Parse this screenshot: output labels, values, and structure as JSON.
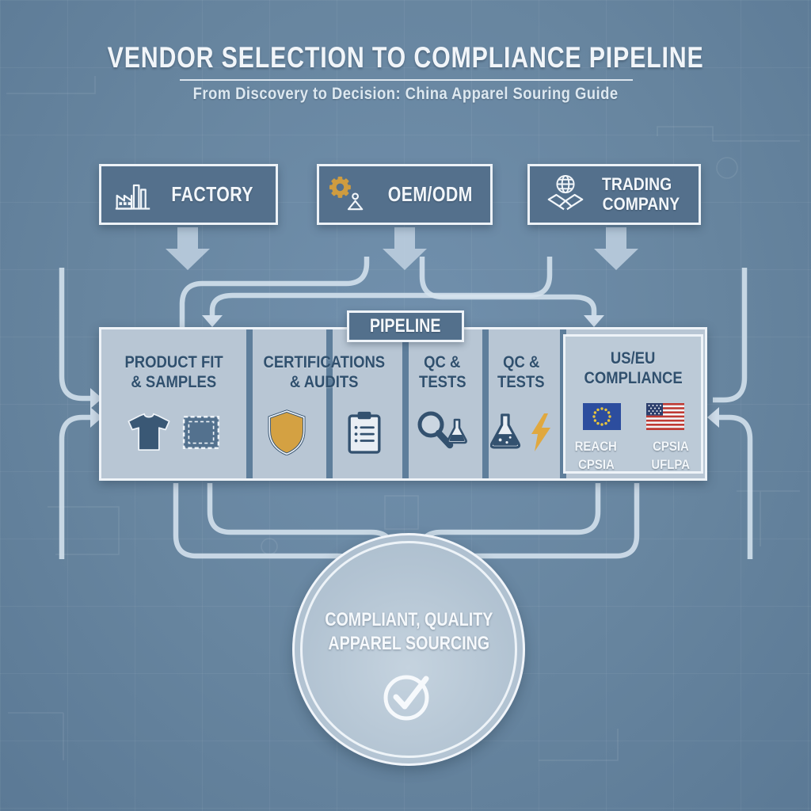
{
  "header": {
    "title": "VENDOR SELECTION TO COMPLIANCE PIPELINE",
    "subtitle": "From Discovery to Decision: China Apparel Souring Guide"
  },
  "sources": [
    {
      "label": "FACTORY",
      "icon": "factory-icon"
    },
    {
      "label": "OEM/ODM",
      "icon": "gear-hanger-icon"
    },
    {
      "label": "TRADING",
      "label2": "COMPANY",
      "icon": "handshake-globe-icon"
    }
  ],
  "pipeline": {
    "label": "PIPELINE",
    "stages": [
      {
        "line1": "PRODUCT FIT",
        "line2": "& SAMPLES",
        "icons": [
          "tshirt-icon",
          "fabric-swatch-icon"
        ]
      },
      {
        "line1": "CERTIFICATIONS",
        "line2": "& AUDITS",
        "icons": [
          "shield-icon",
          "clipboard-icon"
        ]
      },
      {
        "line1": "QC &",
        "line2": "TESTS",
        "icons": [
          "magnifier-flask-icon"
        ]
      },
      {
        "line1": "QC &",
        "line2": "TESTS",
        "icons": [
          "flask-icon",
          "lightning-icon"
        ]
      },
      {
        "line1": "US/EU",
        "line2": "COMPLIANCE",
        "flags": [
          {
            "name": "eu-flag",
            "labels": [
              "REACH",
              "CPSIA"
            ]
          },
          {
            "name": "us-flag",
            "labels": [
              "CPSIA",
              "UFLPA"
            ]
          }
        ]
      }
    ]
  },
  "outcome": {
    "line1": "COMPLIANT, QUALITY",
    "line2": "APPAREL SOURCING",
    "icon": "check-circle-icon"
  },
  "colors": {
    "background": "#67859f",
    "box_fill": "#54708c",
    "panel_fill": "#b8c6d4",
    "divider": "#5e7e9b",
    "accent_gold": "#d4a142",
    "navy": "#30506e",
    "text_light": "#f2f6fa",
    "connector": "#d3e0eb"
  }
}
